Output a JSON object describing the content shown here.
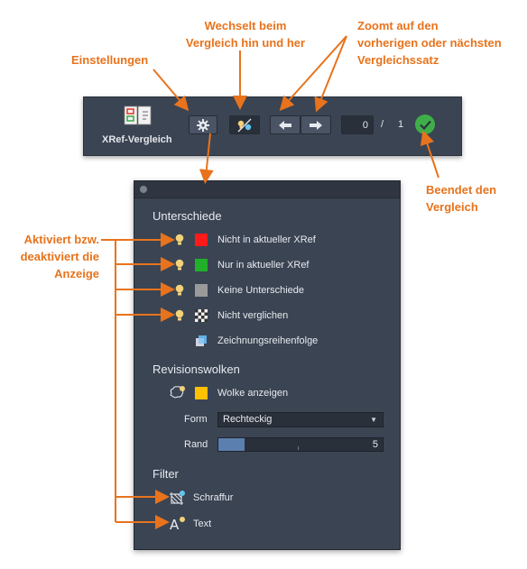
{
  "callouts": {
    "settings": "Einstellungen",
    "toggle_line1": "Wechselt beim",
    "toggle_line2": "Vergleich hin und her",
    "zoom_line1": "Zoomt auf den",
    "zoom_line2": "vorherigen oder nächsten",
    "zoom_line3": "Vergleichssatz",
    "finish_line1": "Beendet den",
    "finish_line2": "Vergleich",
    "visibility_line1": "Aktiviert bzw.",
    "visibility_line2": "deaktiviert die",
    "visibility_line3": "Anzeige"
  },
  "toolbar": {
    "xref_compare_label": "XRef-Vergleich",
    "counter_value": "0",
    "counter_separator": "/",
    "counter_total": "1",
    "icons": [
      "xref-compare-icon",
      "gear-icon",
      "toggle-compare-icon",
      "arrow-left-icon",
      "arrow-right-icon",
      "checkmark-icon"
    ]
  },
  "panel": {
    "differences": {
      "heading": "Unterschiede",
      "items": [
        {
          "label": "Nicht in aktueller XRef",
          "color": "#ff1a1a"
        },
        {
          "label": "Nur in aktueller XRef",
          "color": "#22b02a"
        },
        {
          "label": "Keine Unterschiede",
          "color": "#9a9a9a"
        },
        {
          "label": "Nicht verglichen",
          "color": "checker"
        },
        {
          "label": "Zeichnungsreihenfolge",
          "color": "draw-order-icon"
        }
      ]
    },
    "revision_clouds": {
      "heading": "Revisionswolken",
      "show_cloud_label": "Wolke anzeigen",
      "cloud_color": "#ffc000",
      "shape_label": "Form",
      "shape_value": "Rechteckig",
      "margin_label": "Rand",
      "margin_value": "5",
      "margin_fraction": 0.16
    },
    "filter": {
      "heading": "Filter",
      "hatch_label": "Schraffur",
      "text_label": "Text"
    }
  },
  "colors": {
    "accent": "#e8731c",
    "panel_bg": "#3b4453",
    "check_green": "#3fae49",
    "bulb": "#f3d27a"
  }
}
